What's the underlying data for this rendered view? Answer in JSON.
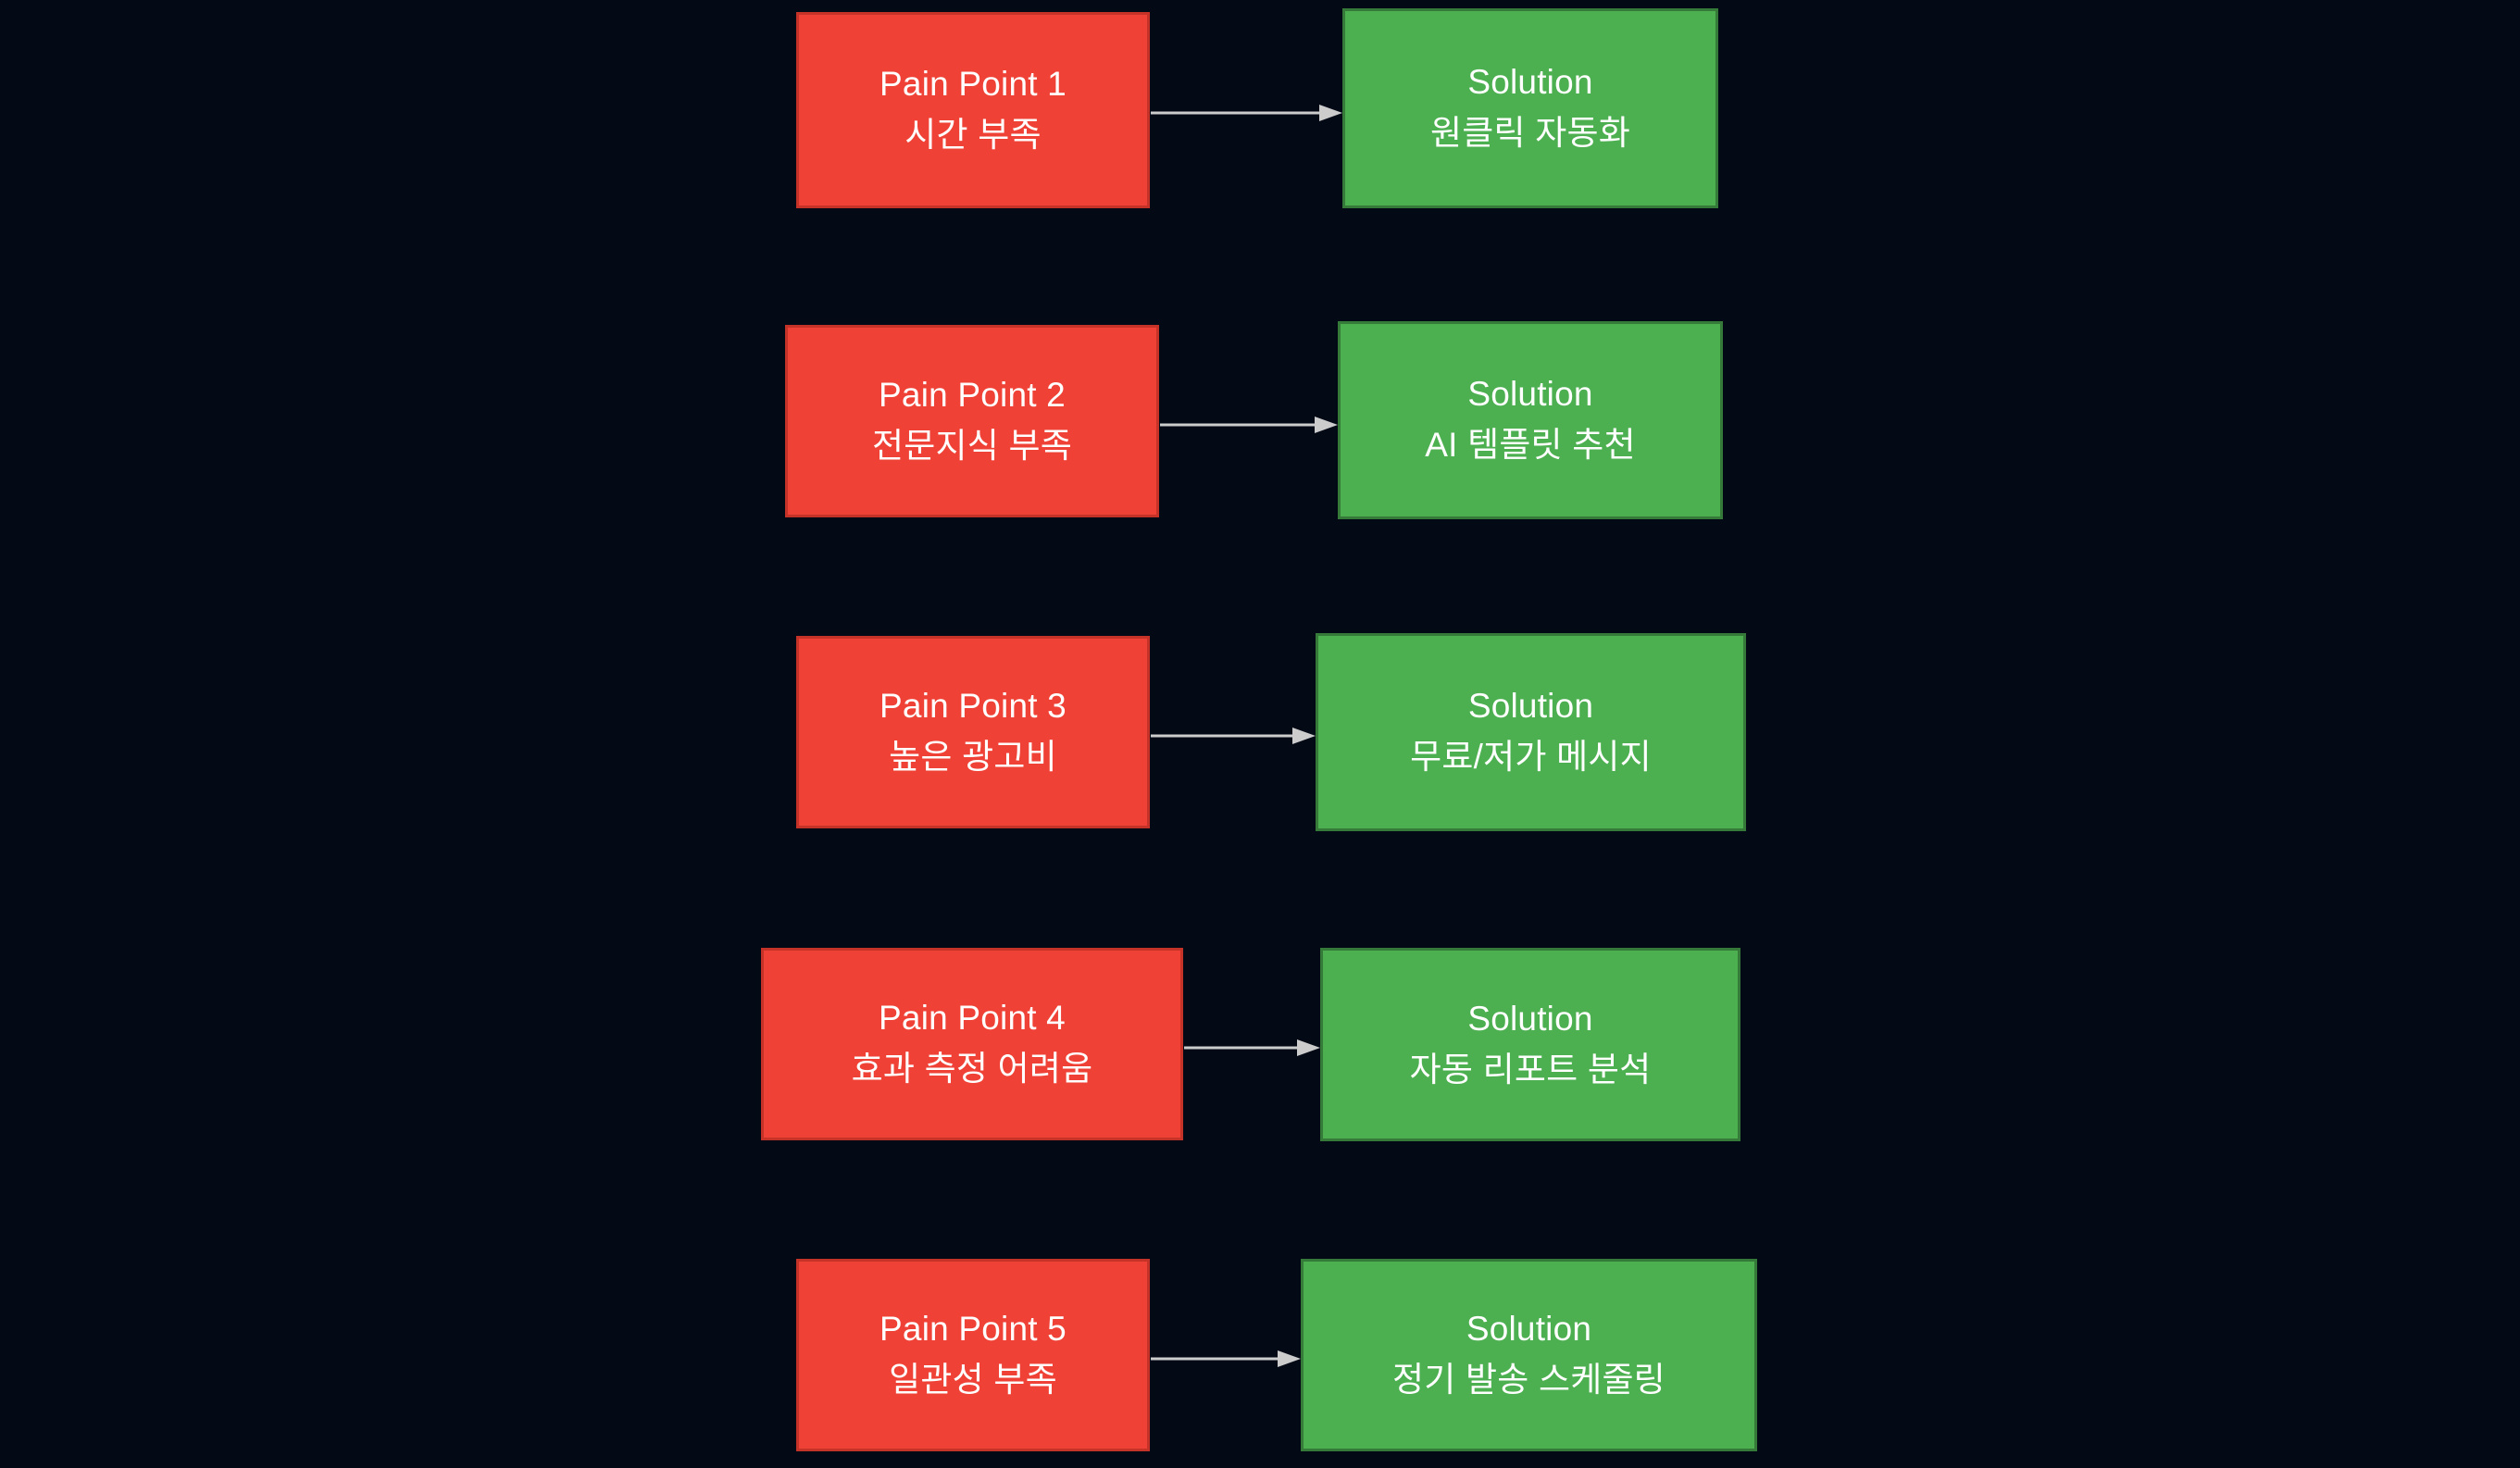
{
  "diagram": {
    "type": "flowchart",
    "orientation": "left-to-right-pairs",
    "background_color": "#030a16",
    "pain_color": "#ef4136",
    "pain_border_color": "#c53228",
    "solution_color": "#4caf50",
    "solution_border_color": "#357a38",
    "arrow_color": "#cccccc",
    "text_color": "#ffffff",
    "rows": [
      {
        "pain": {
          "label": "Pain Point 1",
          "detail": "시간 부족"
        },
        "solution": {
          "label": "Solution",
          "detail": "원클릭 자동화"
        }
      },
      {
        "pain": {
          "label": "Pain Point 2",
          "detail": "전문지식 부족"
        },
        "solution": {
          "label": "Solution",
          "detail": "AI 템플릿 추천"
        }
      },
      {
        "pain": {
          "label": "Pain Point 3",
          "detail": "높은 광고비"
        },
        "solution": {
          "label": "Solution",
          "detail": "무료/저가 메시지"
        }
      },
      {
        "pain": {
          "label": "Pain Point 4",
          "detail": "효과 측정 어려움"
        },
        "solution": {
          "label": "Solution",
          "detail": "자동 리포트 분석"
        }
      },
      {
        "pain": {
          "label": "Pain Point 5",
          "detail": "일관성 부족"
        },
        "solution": {
          "label": "Solution",
          "detail": "정기 발송 스케줄링"
        }
      }
    ]
  }
}
